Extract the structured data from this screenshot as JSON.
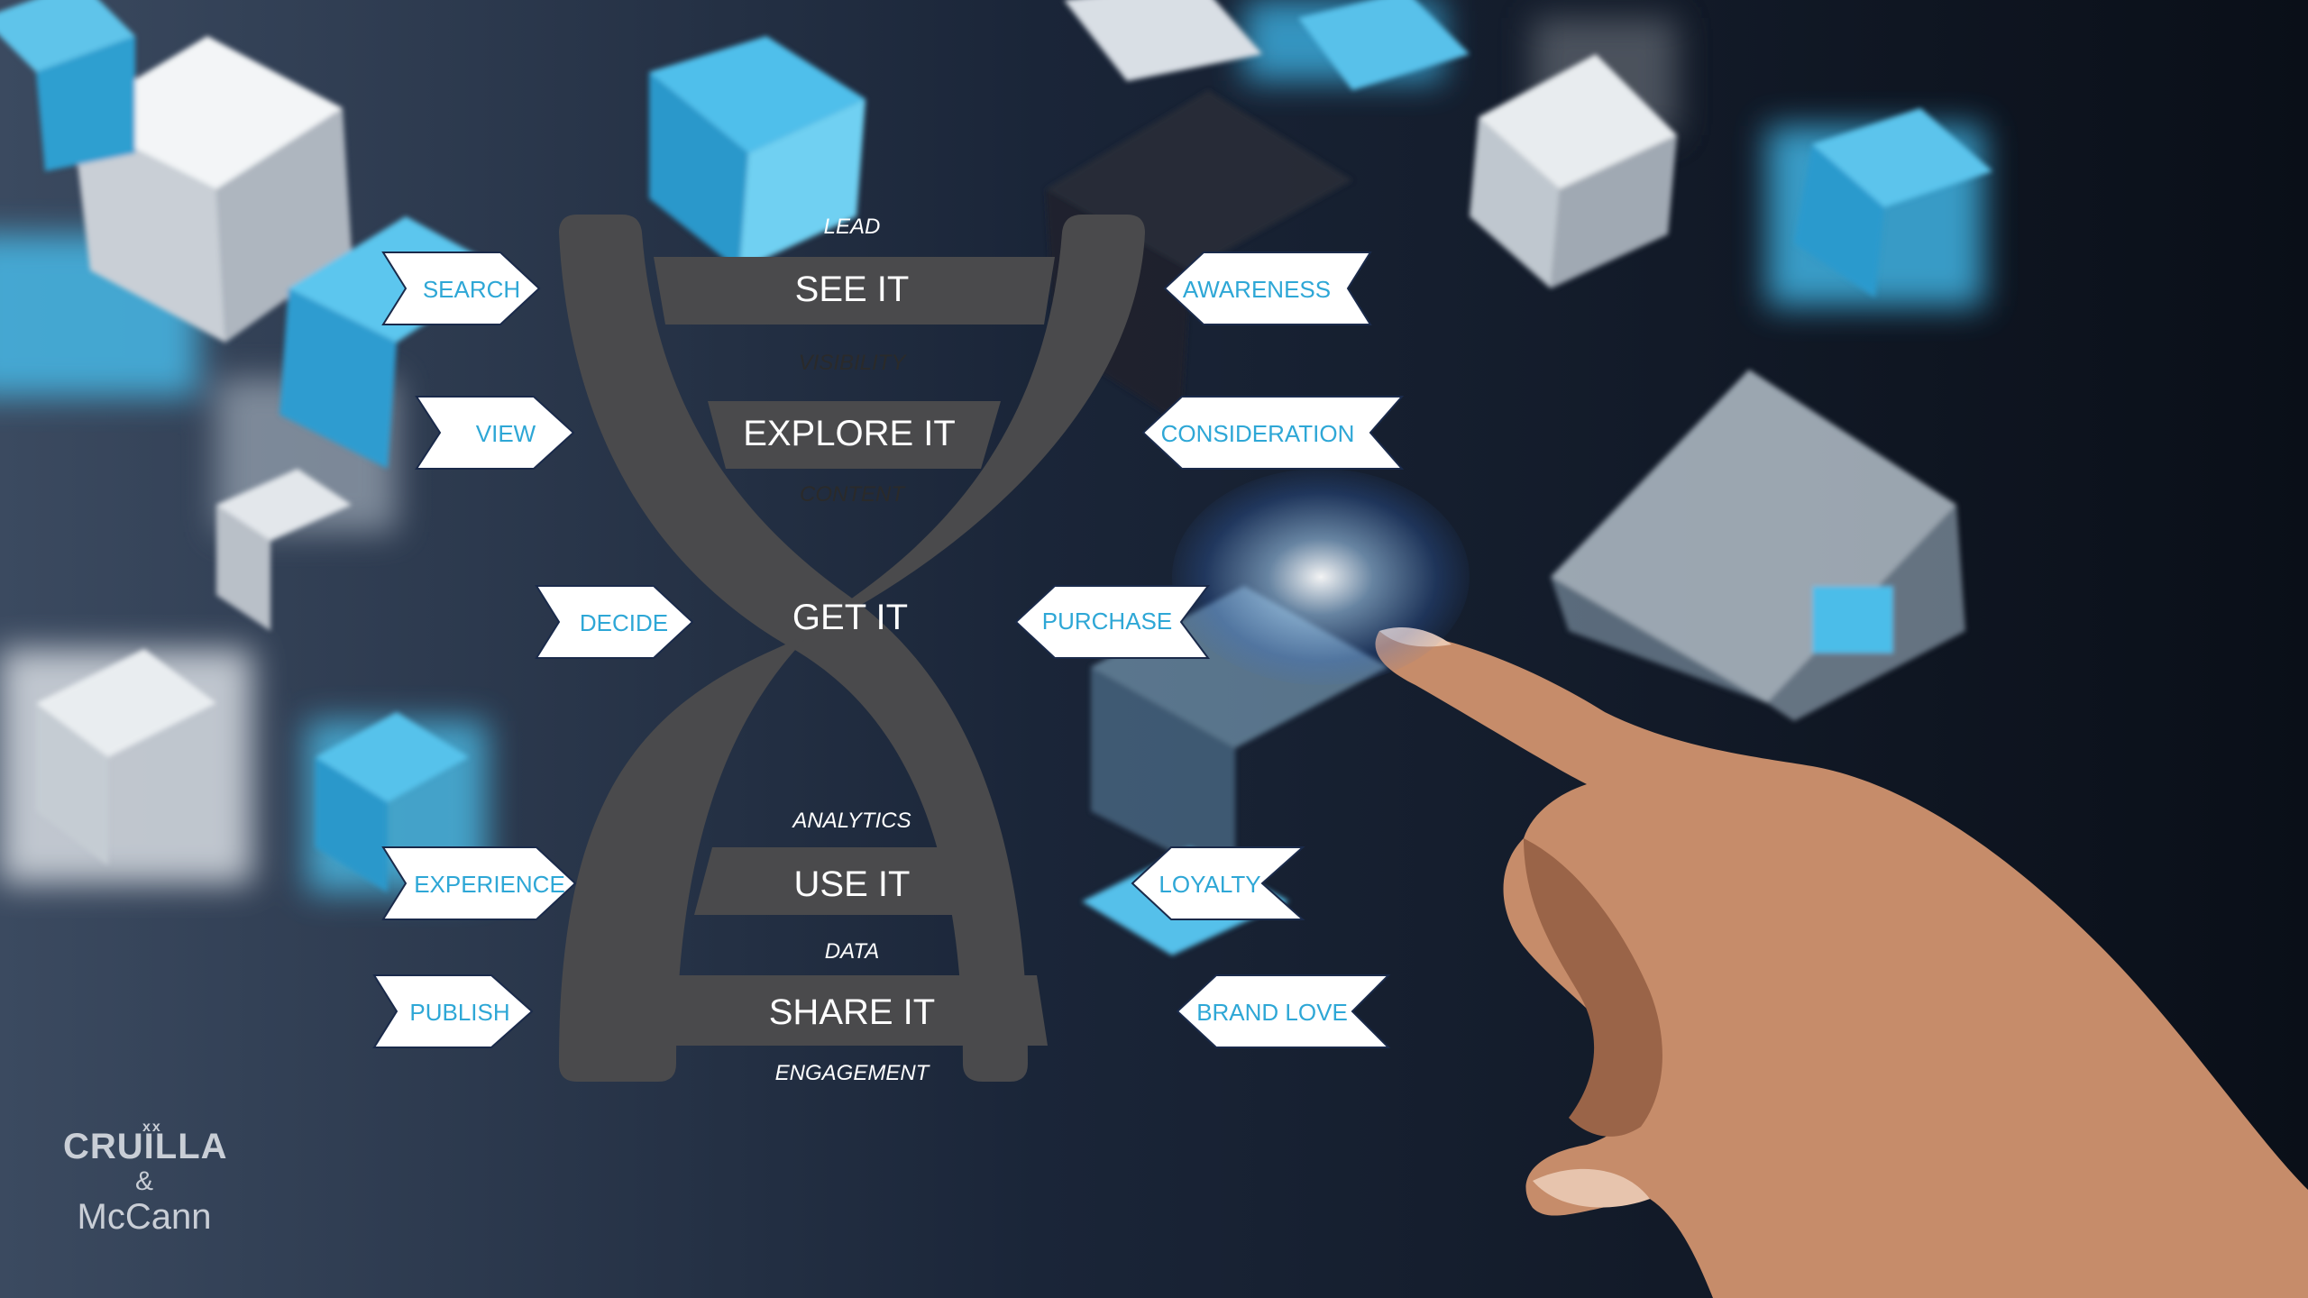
{
  "center_stages": {
    "see": "SEE IT",
    "explore": "EXPLORE IT",
    "get": "GET IT",
    "use": "USE IT",
    "share": "SHARE IT"
  },
  "center_captions": {
    "lead": "LEAD",
    "visibility": "VISIBILITY",
    "content": "CONTENT",
    "analytics": "ANALYTICS",
    "data": "DATA",
    "engagement": "ENGAGEMENT"
  },
  "left_tags": {
    "search": "SEARCH",
    "view": "VIEW",
    "decide": "DECIDE",
    "experience": "EXPERIENCE",
    "publish": "PUBLISH"
  },
  "right_tags": {
    "awareness": "AWARENESS",
    "consideration": "CONSIDERATION",
    "purchase": "PURCHASE",
    "loyalty": "LOYALTY",
    "brand_love": "BRAND LOVE"
  },
  "logo": {
    "dots": "xx",
    "line1": "CRUILLA",
    "line2": "&",
    "line3": "McCann"
  },
  "colors": {
    "helix": "#4a4a4c",
    "tag_text": "#2ea7d6",
    "tag_fill": "#ffffff",
    "tag_border": "#1a2a4a"
  }
}
